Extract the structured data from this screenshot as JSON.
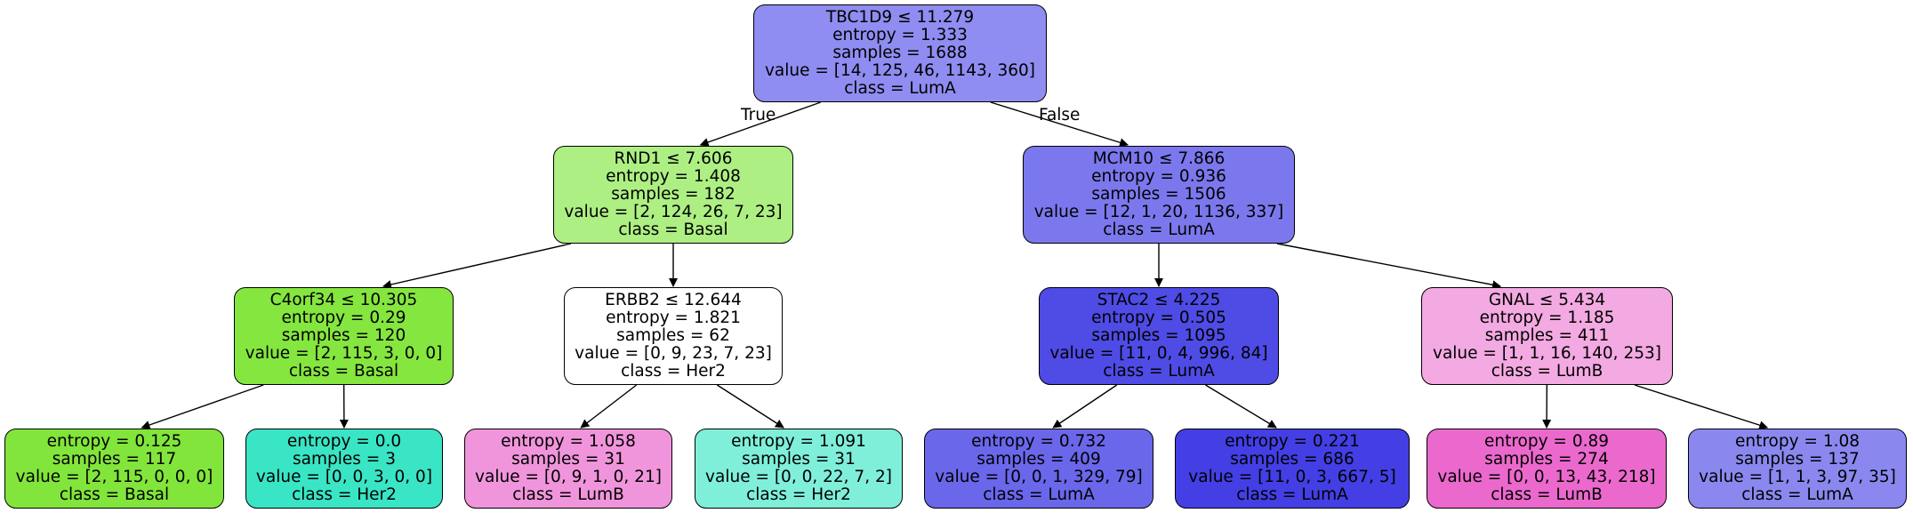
{
  "edge_labels": {
    "true_label": "True",
    "false_label": "False"
  },
  "nodes": [
    {
      "id": "n0",
      "split": "TBC1D9 ≤ 11.279",
      "entropy": "entropy = 1.333",
      "samples": "samples = 1688",
      "value": "value = [14, 125, 46, 1143, 360]",
      "class": "class = LumA",
      "fill": "#8f8df1"
    },
    {
      "id": "n1",
      "split": "RND1 ≤ 7.606",
      "entropy": "entropy = 1.408",
      "samples": "samples = 182",
      "value": "value = [2, 124, 26, 7, 23]",
      "class": "class = Basal",
      "fill": "#adef83"
    },
    {
      "id": "n2",
      "split": "MCM10 ≤ 7.866",
      "entropy": "entropy = 0.936",
      "samples": "samples = 1506",
      "value": "value = [12, 1, 20, 1136, 337]",
      "class": "class = LumA",
      "fill": "#7b78ed"
    },
    {
      "id": "n3",
      "split": "C4orf34 ≤ 10.305",
      "entropy": "entropy = 0.29",
      "samples": "samples = 120",
      "value": "value = [2, 115, 3, 0, 0]",
      "class": "class = Basal",
      "fill": "#85e63f"
    },
    {
      "id": "n4",
      "split": "ERBB2 ≤ 12.644",
      "entropy": "entropy = 1.821",
      "samples": "samples = 62",
      "value": "value = [0, 9, 23, 7, 23]",
      "class": "class = Her2",
      "fill": "#ffffff"
    },
    {
      "id": "n5",
      "split": "STAC2 ≤ 4.225",
      "entropy": "entropy = 0.505",
      "samples": "samples = 1095",
      "value": "value = [11, 0, 4, 996, 84]",
      "class": "class = LumA",
      "fill": "#4f4be5"
    },
    {
      "id": "n6",
      "split": "GNAL ≤ 5.434",
      "entropy": "entropy = 1.185",
      "samples": "samples = 411",
      "value": "value = [1, 1, 16, 140, 253]",
      "class": "class = LumB",
      "fill": "#f3a9e1"
    },
    {
      "id": "n7",
      "split": "",
      "entropy": "entropy = 0.125",
      "samples": "samples = 117",
      "value": "value = [2, 115, 0, 0, 0]",
      "class": "class = Basal",
      "fill": "#82e53b"
    },
    {
      "id": "n8",
      "split": "",
      "entropy": "entropy = 0.0",
      "samples": "samples = 3",
      "value": "value = [0, 0, 3, 0, 0]",
      "class": "class = Her2",
      "fill": "#39e5c5"
    },
    {
      "id": "n9",
      "split": "",
      "entropy": "entropy = 1.058",
      "samples": "samples = 31",
      "value": "value = [0, 9, 1, 0, 21]",
      "class": "class = LumB",
      "fill": "#f095db"
    },
    {
      "id": "n10",
      "split": "",
      "entropy": "entropy = 1.091",
      "samples": "samples = 31",
      "value": "value = [0, 0, 22, 7, 2]",
      "class": "class = Her2",
      "fill": "#7fefda"
    },
    {
      "id": "n11",
      "split": "",
      "entropy": "entropy = 0.732",
      "samples": "samples = 409",
      "value": "value = [0, 0, 1, 329, 79]",
      "class": "class = LumA",
      "fill": "#6a67eb"
    },
    {
      "id": "n12",
      "split": "",
      "entropy": "entropy = 0.221",
      "samples": "samples = 686",
      "value": "value = [11, 0, 3, 667, 5]",
      "class": "class = LumA",
      "fill": "#433fe4"
    },
    {
      "id": "n13",
      "split": "",
      "entropy": "entropy = 0.89",
      "samples": "samples = 274",
      "value": "value = [0, 0, 13, 43, 218]",
      "class": "class = LumB",
      "fill": "#eb69cd"
    },
    {
      "id": "n14",
      "split": "",
      "entropy": "entropy = 1.08",
      "samples": "samples = 137",
      "value": "value = [1, 1, 3, 97, 35]",
      "class": "class = LumA",
      "fill": "#8a88ef"
    }
  ],
  "edges": [
    [
      "n0",
      "n1"
    ],
    [
      "n0",
      "n2"
    ],
    [
      "n1",
      "n3"
    ],
    [
      "n1",
      "n4"
    ],
    [
      "n2",
      "n5"
    ],
    [
      "n2",
      "n6"
    ],
    [
      "n3",
      "n7"
    ],
    [
      "n3",
      "n8"
    ],
    [
      "n4",
      "n9"
    ],
    [
      "n4",
      "n10"
    ],
    [
      "n5",
      "n11"
    ],
    [
      "n5",
      "n12"
    ],
    [
      "n6",
      "n13"
    ],
    [
      "n6",
      "n14"
    ]
  ]
}
